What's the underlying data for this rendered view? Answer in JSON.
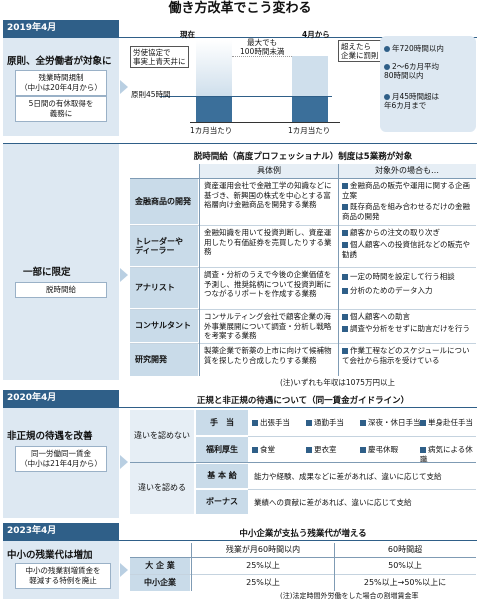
{
  "title": "働き方改革でこう変わる",
  "s1": {
    "year": "2019年4月",
    "side_title": "原則、全労働者が対象に",
    "box1": "残業時間規制\n（中小は20年4月から）",
    "box2": "5日間の有休取得を\n義務に",
    "chart": {
      "now_label": "現在",
      "after_label": "4月から",
      "note_left": "労使協定で\n事実上青天井に",
      "max_note": "最大でも\n100時間未満",
      "penalty_note": "超えたら\n企業に罰則",
      "principle": "原則45時間",
      "unit1": "1カ月当たり",
      "unit2": "1カ月当たり",
      "bullets": [
        "年720時間以内",
        "2～6カ月平均\n80時間以内",
        "月45時間超は\n年6カ月まで"
      ]
    }
  },
  "s2": {
    "side_title": "一部に限定",
    "side_box": "脱時間給",
    "table_title": "脱時間給（高度プロフェッショナル）制度は5業務が対象",
    "col1": "具体例",
    "col2": "対象外の場合も…",
    "rows": [
      {
        "name": "金融商品の開発",
        "ex": "資産運用会社で金融工学の知識などに基づき、新興国の株式を中心とする富裕層向け金融商品を開発する業務",
        "out": [
          "金融商品の販売や運用に関する企画立案",
          "既存商品を組み合わせるだけの金融商品の開発"
        ]
      },
      {
        "name": "トレーダーや\nディーラー",
        "ex": "金融知識を用いて投資判断し、資産運用したり有価証券を売買したりする業務",
        "out": [
          "顧客からの注文の取り次ぎ",
          "個人顧客への投資信託などの販売や勧誘"
        ]
      },
      {
        "name": "アナリスト",
        "ex": "調査・分析のうえで今後の企業価値を予測し、推奨銘柄について投資判断につながるリポートを作成する業務",
        "out": [
          "一定の時間を設定して行う相談",
          "分析のためのデータ入力"
        ]
      },
      {
        "name": "コンサルタント",
        "ex": "コンサルティング会社で顧客企業の海外事業展開について調査・分析し戦略を考案する業務",
        "out": [
          "個人顧客への助言",
          "調査や分析をせずに助言だけを行う"
        ]
      },
      {
        "name": "研究開発",
        "ex": "製薬企業で新薬の上市に向けて候補物質を探したり合成したりする業務",
        "out": [
          "作業工程などのスケジュールについて会社から指示を受けている"
        ]
      }
    ],
    "note": "(注)いずれも年収は1075万円以上"
  },
  "s3": {
    "year": "2020年4月",
    "side_title": "非正規の待遇を改善",
    "side_box": "同一労働同一賃金\n（中小は21年4月から）",
    "table_title": "正規と非正規の待遇について（同一賃金ガイドライン）",
    "g1": "違いを認めない",
    "g2": "違いを認める",
    "r1_lbl": "手　当",
    "r1_items": [
      "出張手当",
      "通勤手当",
      "深夜・休日手当",
      "単身赴任手当"
    ],
    "r2_lbl": "福利厚生",
    "r2_items": [
      "食堂",
      "更衣室",
      "慶弔休暇",
      "病気による休職"
    ],
    "r3_lbl": "基 本 給",
    "r3_text": "能力や経験、成果などに差があれば、違いに応じて支給",
    "r4_lbl": "ボーナス",
    "r4_text": "業績への貢献に差があれば、違いに応じて支給"
  },
  "s4": {
    "year": "2023年4月",
    "side_title": "中小の残業代は増加",
    "side_box": "中小の残業割増賃金を\n軽減する特例を廃止",
    "table_title": "中小企業が支払う残業代が増える",
    "col1": "残業が月60時間以内",
    "col2": "60時間超",
    "r1_lbl": "大 企 業",
    "r1_v1": "25%以上",
    "r1_v2": "50%以上",
    "r2_lbl": "中小企業",
    "r2_v1": "25%以上",
    "r2_v2": "25%以上→50%以上に",
    "note": "(注)法定時間外労働をした場合の割増賃金率"
  }
}
